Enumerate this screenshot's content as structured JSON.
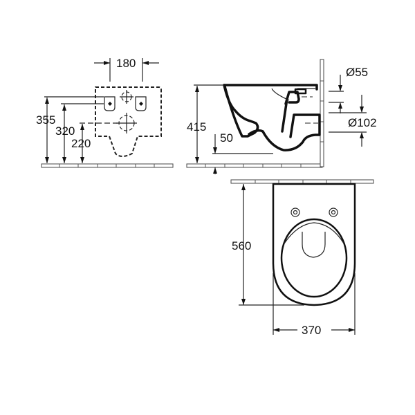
{
  "drawing": {
    "front_view": {
      "dimensions": {
        "width_between_fixings": "180",
        "height_top": "355",
        "height_fixings": "320",
        "height_waste": "220"
      }
    },
    "side_view": {
      "dimensions": {
        "rim_height": "415",
        "bottom_clearance": "50",
        "inlet_diameter": "Ø55",
        "outlet_diameter": "Ø102"
      }
    },
    "top_view": {
      "dimensions": {
        "projection": "560",
        "width": "370"
      }
    }
  }
}
